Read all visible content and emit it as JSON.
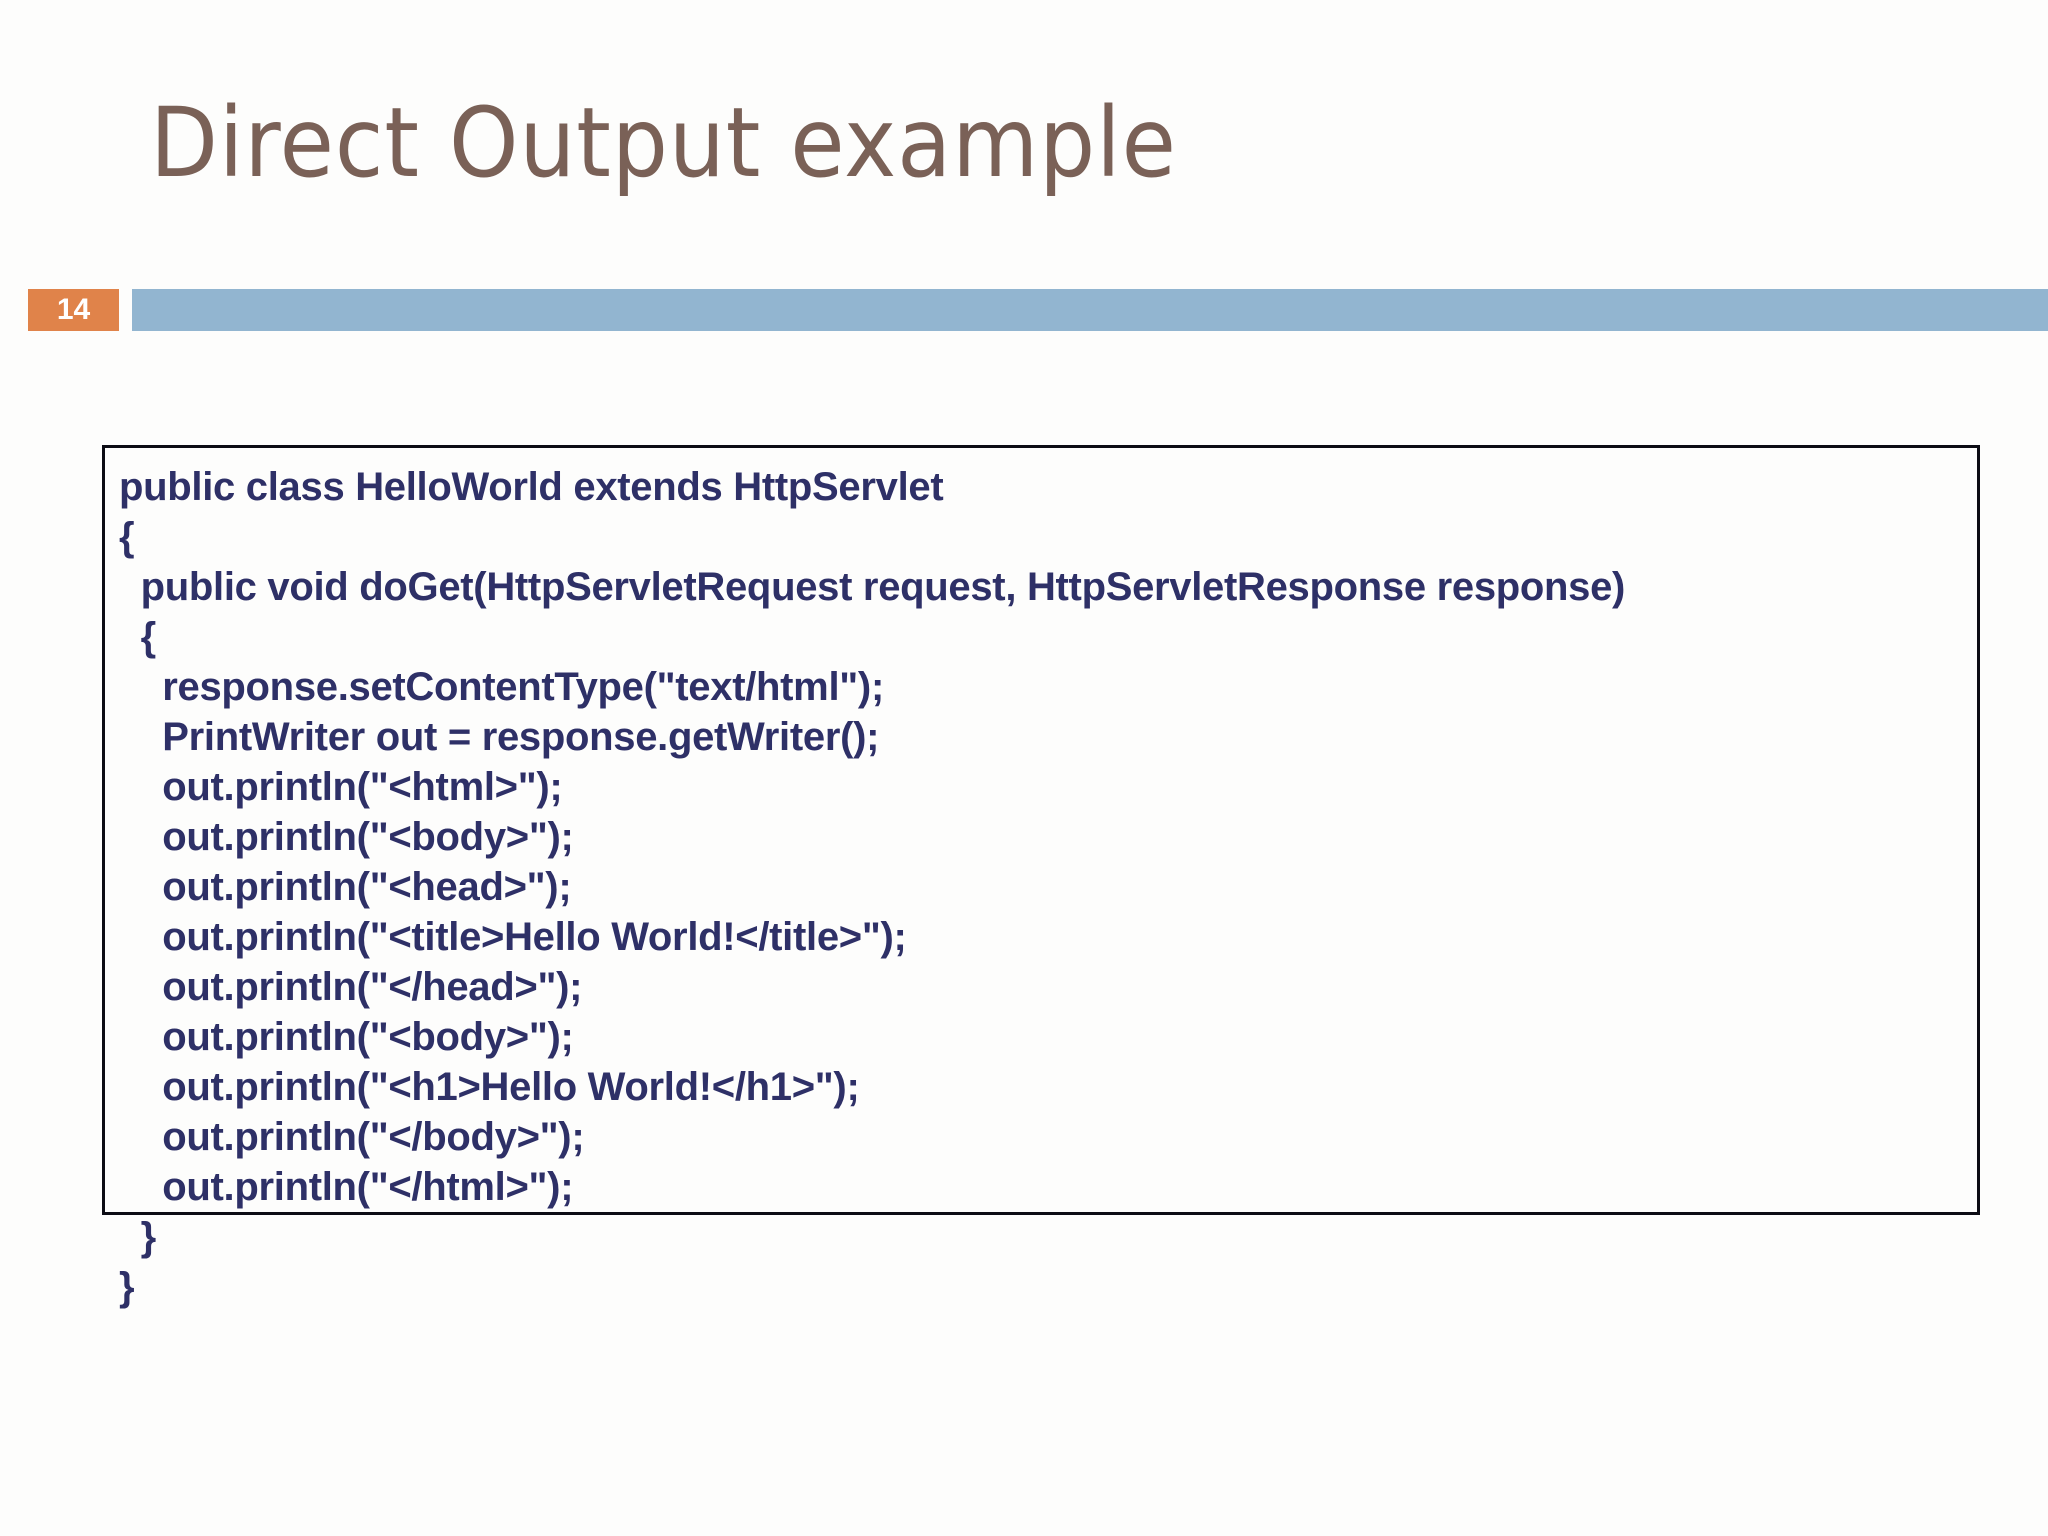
{
  "slide": {
    "title": "Direct Output example",
    "page_number": "14",
    "background_color": "#FDFDFC",
    "title_color": "#7A6157",
    "badge_color": "#E0834A",
    "rule_color": "#92B5D0",
    "code_color": "#2E3067",
    "code_border_color": "#0C0C14"
  },
  "code_box": {
    "language": "java",
    "lines": [
      "public class HelloWorld extends HttpServlet",
      "{",
      "  public void doGet(HttpServletRequest request, HttpServletResponse response)",
      "  {",
      "    response.setContentType(\"text/html\");",
      "    PrintWriter out = response.getWriter();",
      "    out.println(\"<html>\");",
      "    out.println(\"<body>\");",
      "    out.println(\"<head>\");",
      "    out.println(\"<title>Hello World!</title>\");",
      "    out.println(\"</head>\");",
      "    out.println(\"<body>\");",
      "    out.println(\"<h1>Hello World!</h1>\");",
      "    out.println(\"</body>\");",
      "    out.println(\"</html>\");",
      "  }",
      "}"
    ]
  }
}
